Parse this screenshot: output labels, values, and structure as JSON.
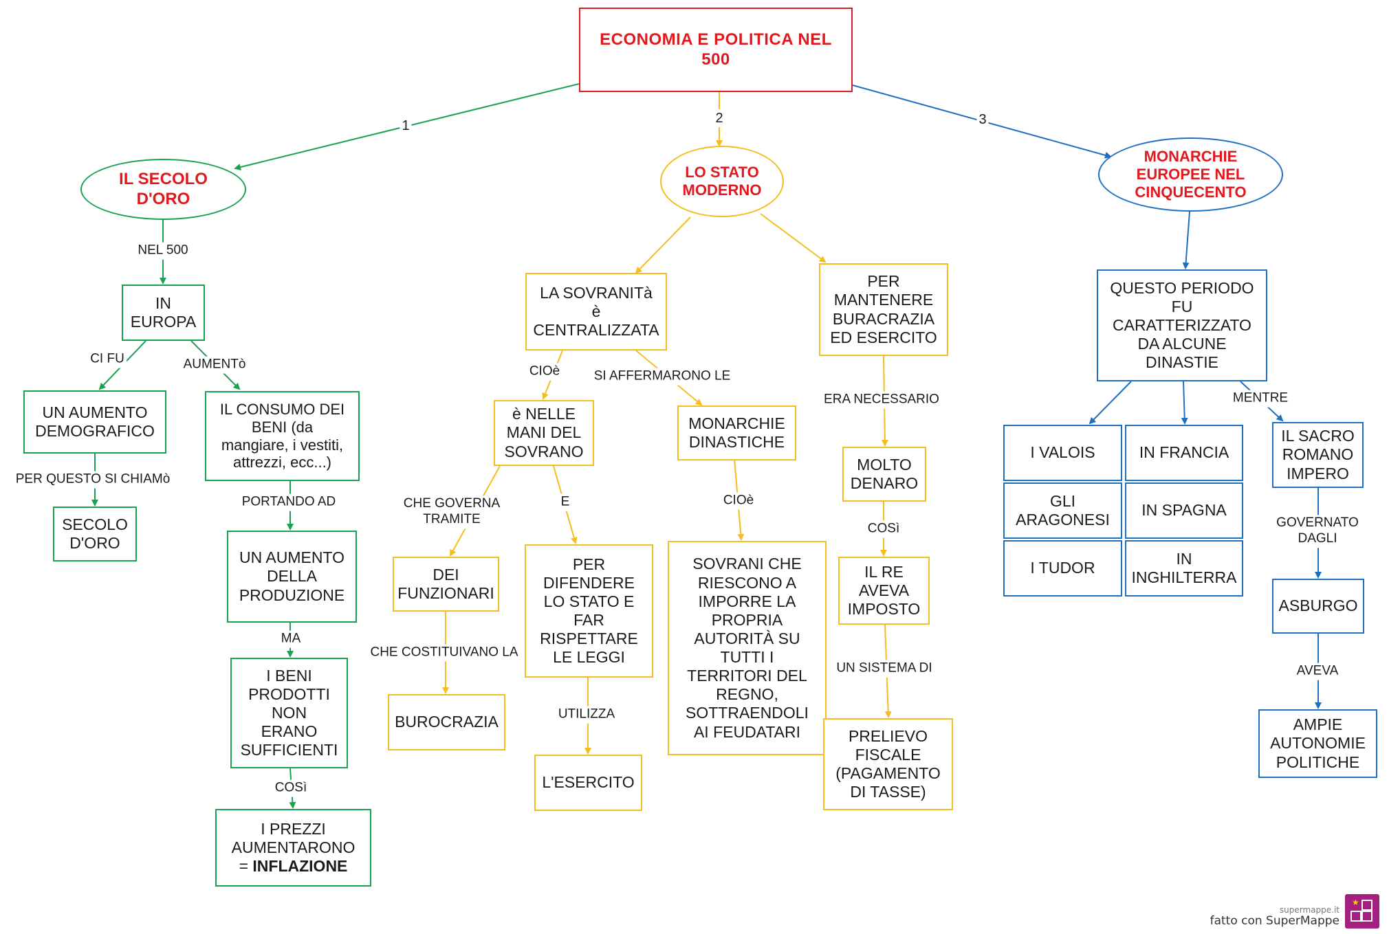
{
  "title": "ECONOMIA  E  POLITICA  NEL  500",
  "branches": {
    "one": {
      "number": "1",
      "head": "IL  SECOLO\nD'ORO"
    },
    "two": {
      "number": "2",
      "head": "LO  STATO\nMODERNO"
    },
    "three": {
      "number": "3",
      "head": "MONARCHIE\nEUROPEE  NEL\nCINQUECENTO"
    }
  },
  "left": {
    "link_nel500": "NEL 500",
    "europa": "IN\nEUROPA",
    "link_cifu": "CI FU",
    "link_aumento": "AUMENTò",
    "aumento_demografico": "UN AUMENTO\nDEMOGRAFICO",
    "link_perquesto": "PER QUESTO SI CHIAMò",
    "secolo_doro": "SECOLO\nD'ORO",
    "consumo": "IL CONSUMO DEI\nBENI (da\nmangiare, i vestiti,\nattrezzi, ecc...)",
    "link_portando": "PORTANDO AD",
    "aumento_produzione": "UN AUMENTO\nDELLA\nPRODUZIONE",
    "link_ma": "MA",
    "beni": "I BENI\nPRODOTTI\nNON\nERANO\nSUFFICIENTI",
    "link_cosi": "COSì",
    "prezzi_line1": "I PREZZI\nAUMENTARONO\n= ",
    "prezzi_bold": "INFLAZIONE"
  },
  "middle": {
    "sovranita": "LA SOVRANITà\nè\nCENTRALIZZATA",
    "link_cioe1": "CIOè",
    "link_siaffermarono": "SI AFFERMARONO LE",
    "mani_sovrano": "è NELLE\nMANI DEL\nSOVRANO",
    "link_governa": "CHE GOVERNA\nTRAMITE",
    "link_e": "E",
    "funzionari": "DEI\nFUNZIONARI",
    "link_costituivano": "CHE COSTITUIVANO LA",
    "burocrazia": "BUROCRAZIA",
    "difendere": "PER\nDIFENDERE\nLO STATO E\nFAR\nRISPETTARE\nLE LEGGI",
    "link_utilizza": "UTILIZZA",
    "esercito": "L'ESERCITO",
    "monarchie_dinastiche": "MONARCHIE\nDINASTICHE",
    "link_cioe2": "CIOè",
    "sovrani": "SOVRANI CHE\nRIESCONO A\nIMPORRE LA\nPROPRIA\nAUTORITÀ SU\nTUTTI I\nTERRITORI DEL\nREGNO,\nSOTTRAENDOLI\nAI FEUDATARI",
    "mantenere": "PER\nMANTENERE\nBURACRAZIA\nED ESERCITO",
    "link_necessario": "ERA NECESSARIO",
    "denaro": "MOLTO\nDENARO",
    "link_cosi": "COSì",
    "re_imposto": "IL RE\nAVEVA\nIMPOSTO",
    "link_sistema": "UN SISTEMA DI",
    "prelievo": "PRELIEVO\nFISCALE\n(PAGAMENTO\nDI TASSE)"
  },
  "right": {
    "periodo": "QUESTO PERIODO\nFU\nCARATTERIZZATO\nDA ALCUNE\nDINASTIE",
    "valois": "I VALOIS",
    "aragonesi": "GLI\nARAGONESI",
    "tudor": "I TUDOR",
    "francia": "IN FRANCIA",
    "spagna": "IN SPAGNA",
    "inghilterra": "IN\nINGHILTERRA",
    "link_mentre": "MENTRE",
    "sacro_romano": "IL SACRO\nROMANO\nIMPERO",
    "link_governato": "GOVERNATO DAGLI",
    "asburgo": "ASBURGO",
    "link_aveva": "AVEVA",
    "autonomie": "AMPIE\nAUTONOMIE\nPOLITICHE"
  },
  "brand": {
    "site": "supermappe.it",
    "made_with": "fatto con SuperMappe"
  },
  "colors": {
    "green": "#1aa253",
    "yellow": "#f5bd1f",
    "blue": "#1f6fc1",
    "red": "#e0191e",
    "brand": "#a51f7e"
  }
}
